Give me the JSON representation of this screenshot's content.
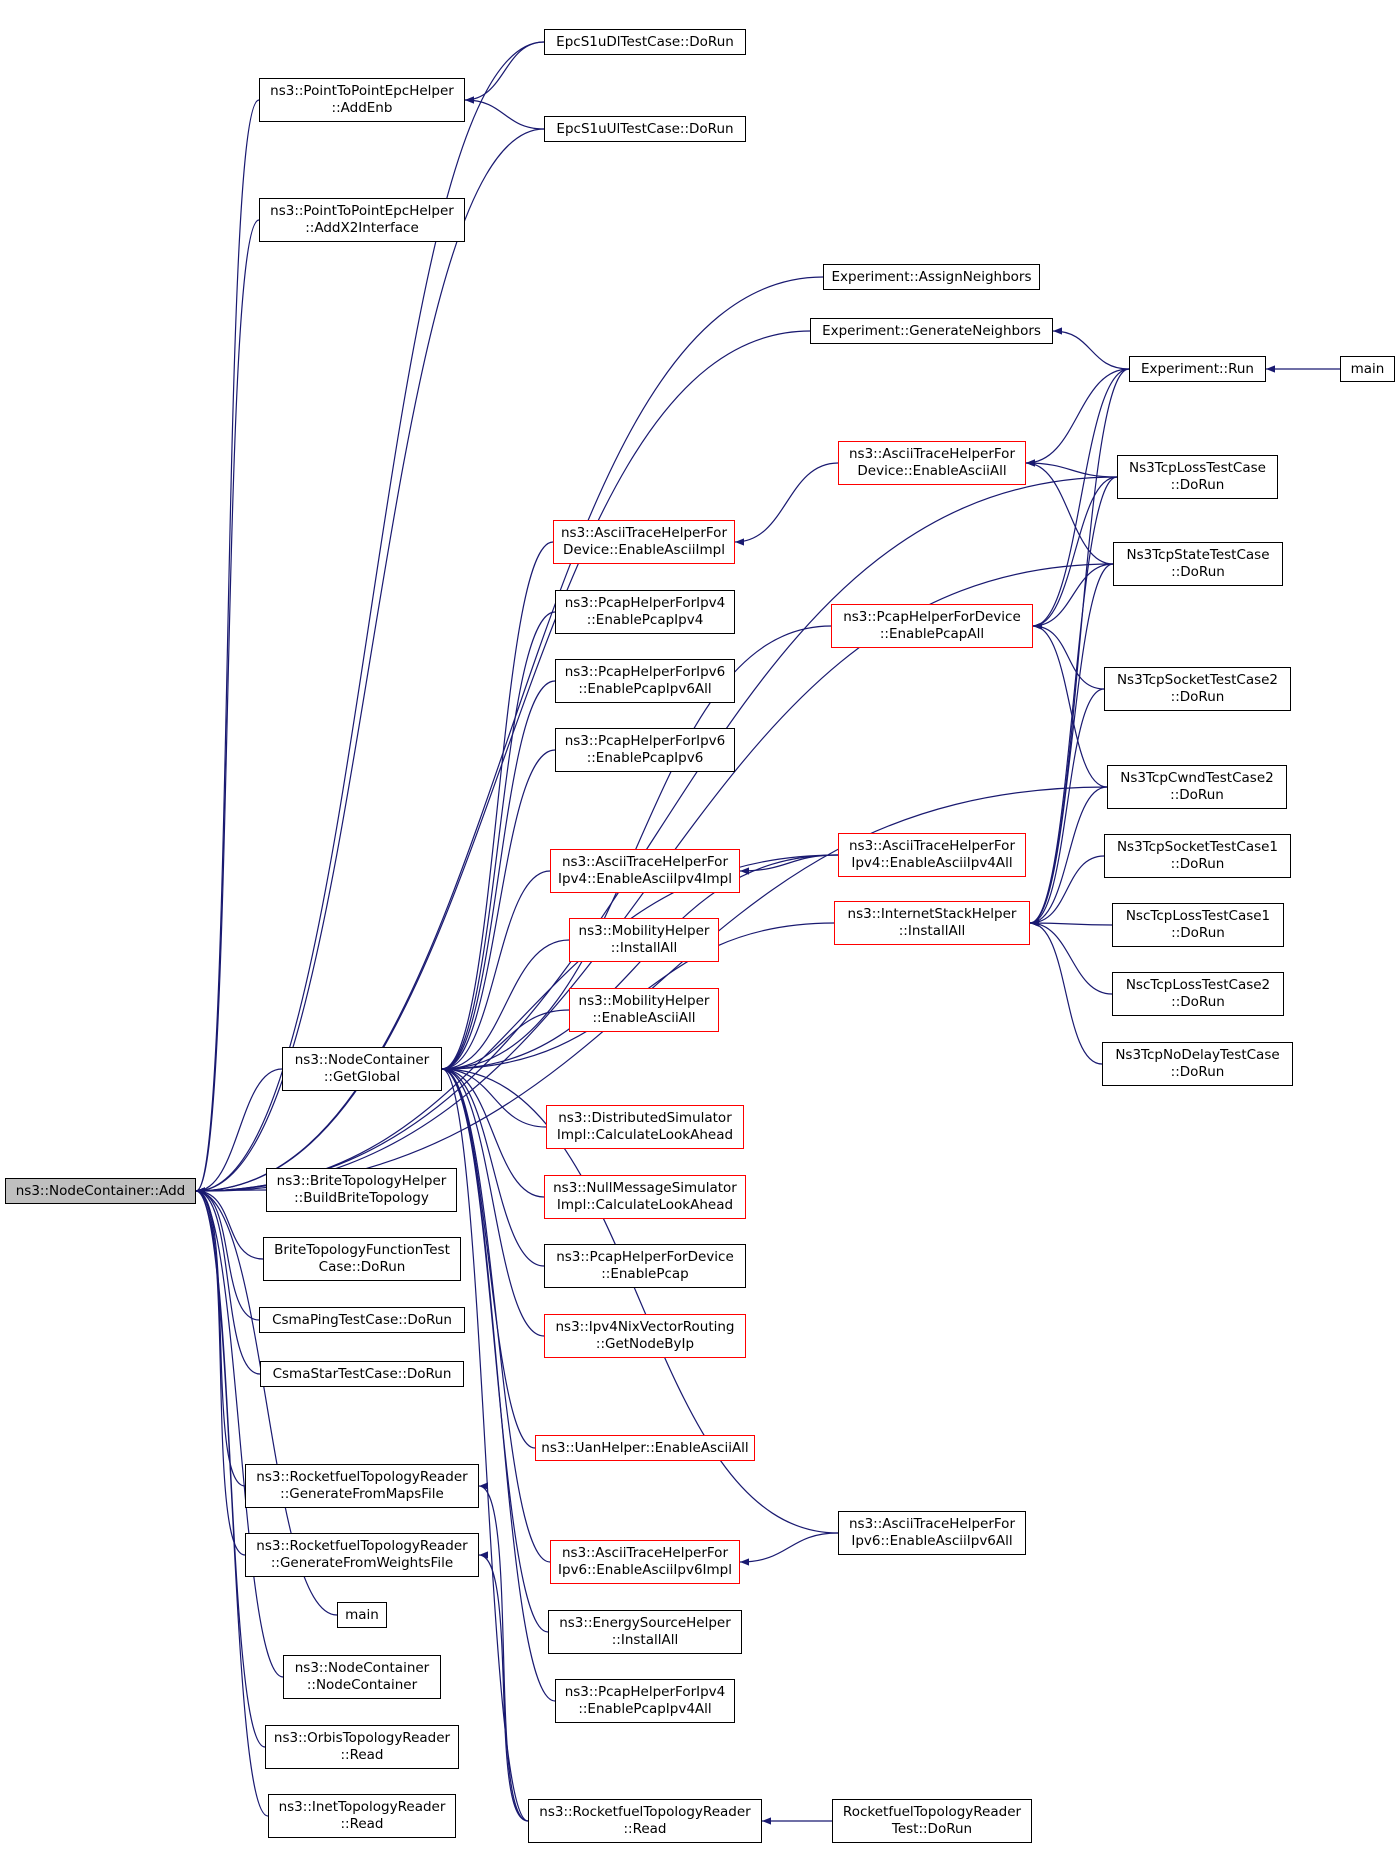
{
  "colors": {
    "edge": "#191970",
    "border": "#000000",
    "border_highlight": "#ff0000",
    "root_fill": "#bfbfbf",
    "background": "#ffffff"
  },
  "nodes": {
    "add": {
      "lines": [
        "ns3::NodeContainer::Add"
      ],
      "style": "root"
    },
    "getglobal": {
      "lines": [
        "ns3::NodeContainer",
        "::GetGlobal"
      ],
      "style": "normal"
    },
    "p2p_addenb": {
      "lines": [
        "ns3::PointToPointEpcHelper",
        "::AddEnb"
      ],
      "style": "normal"
    },
    "p2p_addx2": {
      "lines": [
        "ns3::PointToPointEpcHelper",
        "::AddX2Interface"
      ],
      "style": "normal"
    },
    "brite_build": {
      "lines": [
        "ns3::BriteTopologyHelper",
        "::BuildBriteTopology"
      ],
      "style": "normal"
    },
    "brite_func": {
      "lines": [
        "BriteTopologyFunctionTest",
        "Case::DoRun"
      ],
      "style": "normal"
    },
    "csma_ping": {
      "lines": [
        "CsmaPingTestCase::DoRun"
      ],
      "style": "normal"
    },
    "csma_star": {
      "lines": [
        "CsmaStarTestCase::DoRun"
      ],
      "style": "normal"
    },
    "rf_maps": {
      "lines": [
        "ns3::RocketfuelTopologyReader",
        "::GenerateFromMapsFile"
      ],
      "style": "normal"
    },
    "rf_weights": {
      "lines": [
        "ns3::RocketfuelTopologyReader",
        "::GenerateFromWeightsFile"
      ],
      "style": "normal"
    },
    "main_left": {
      "lines": [
        "main"
      ],
      "style": "normal"
    },
    "nc_ctor": {
      "lines": [
        "ns3::NodeContainer",
        "::NodeContainer"
      ],
      "style": "normal"
    },
    "orbis_read": {
      "lines": [
        "ns3::OrbisTopologyReader",
        "::Read"
      ],
      "style": "normal"
    },
    "inet_read": {
      "lines": [
        "ns3::InetTopologyReader",
        "::Read"
      ],
      "style": "normal"
    },
    "epc_dl": {
      "lines": [
        "EpcS1uDlTestCase::DoRun"
      ],
      "style": "normal"
    },
    "epc_ul": {
      "lines": [
        "EpcS1uUlTestCase::DoRun"
      ],
      "style": "normal"
    },
    "exp_assign": {
      "lines": [
        "Experiment::AssignNeighbors"
      ],
      "style": "normal"
    },
    "exp_generate": {
      "lines": [
        "Experiment::GenerateNeighbors"
      ],
      "style": "normal"
    },
    "exp_run": {
      "lines": [
        "Experiment::Run"
      ],
      "style": "normal"
    },
    "main_right": {
      "lines": [
        "main"
      ],
      "style": "normal"
    },
    "ascii_dev_all": {
      "lines": [
        "ns3::AsciiTraceHelperFor",
        "Device::EnableAsciiAll"
      ],
      "style": "red"
    },
    "ascii_dev_impl": {
      "lines": [
        "ns3::AsciiTraceHelperFor",
        "Device::EnableAsciiImpl"
      ],
      "style": "red"
    },
    "pcap4": {
      "lines": [
        "ns3::PcapHelperForIpv4",
        "::EnablePcapIpv4"
      ],
      "style": "normal"
    },
    "pcap6_all": {
      "lines": [
        "ns3::PcapHelperForIpv6",
        "::EnablePcapIpv6All"
      ],
      "style": "normal"
    },
    "pcap6": {
      "lines": [
        "ns3::PcapHelperForIpv6",
        "::EnablePcapIpv6"
      ],
      "style": "normal"
    },
    "pcapdev_all": {
      "lines": [
        "ns3::PcapHelperForDevice",
        "::EnablePcapAll"
      ],
      "style": "red"
    },
    "ascii4_impl": {
      "lines": [
        "ns3::AsciiTraceHelperFor",
        "Ipv4::EnableAsciiIpv4Impl"
      ],
      "style": "red"
    },
    "ascii4_all": {
      "lines": [
        "ns3::AsciiTraceHelperFor",
        "Ipv4::EnableAsciiIpv4All"
      ],
      "style": "red"
    },
    "mob_install": {
      "lines": [
        "ns3::MobilityHelper",
        "::InstallAll"
      ],
      "style": "red"
    },
    "mob_ascii": {
      "lines": [
        "ns3::MobilityHelper",
        "::EnableAsciiAll"
      ],
      "style": "red"
    },
    "inet_stack": {
      "lines": [
        "ns3::InternetStackHelper",
        "::InstallAll"
      ],
      "style": "red"
    },
    "dist_sim": {
      "lines": [
        "ns3::DistributedSimulator",
        "Impl::CalculateLookAhead"
      ],
      "style": "red"
    },
    "null_sim": {
      "lines": [
        "ns3::NullMessageSimulator",
        "Impl::CalculateLookAhead"
      ],
      "style": "red"
    },
    "pcapdev": {
      "lines": [
        "ns3::PcapHelperForDevice",
        "::EnablePcap"
      ],
      "style": "normal"
    },
    "nix": {
      "lines": [
        "ns3::Ipv4NixVectorRouting",
        "::GetNodeByIp"
      ],
      "style": "red"
    },
    "uan": {
      "lines": [
        "ns3::UanHelper::EnableAsciiAll"
      ],
      "style": "red"
    },
    "ascii6_impl": {
      "lines": [
        "ns3::AsciiTraceHelperFor",
        "Ipv6::EnableAsciiIpv6Impl"
      ],
      "style": "red"
    },
    "ascii6_all": {
      "lines": [
        "ns3::AsciiTraceHelperFor",
        "Ipv6::EnableAsciiIpv6All"
      ],
      "style": "normal"
    },
    "energy": {
      "lines": [
        "ns3::EnergySourceHelper",
        "::InstallAll"
      ],
      "style": "normal"
    },
    "pcap4_all": {
      "lines": [
        "ns3::PcapHelperForIpv4",
        "::EnablePcapIpv4All"
      ],
      "style": "normal"
    },
    "rf_read": {
      "lines": [
        "ns3::RocketfuelTopologyReader",
        "::Read"
      ],
      "style": "normal"
    },
    "rf_test": {
      "lines": [
        "RocketfuelTopologyReader",
        "Test::DoRun"
      ],
      "style": "normal"
    },
    "tcp_loss": {
      "lines": [
        "Ns3TcpLossTestCase",
        "::DoRun"
      ],
      "style": "normal"
    },
    "tcp_state": {
      "lines": [
        "Ns3TcpStateTestCase",
        "::DoRun"
      ],
      "style": "normal"
    },
    "tcp_sock2": {
      "lines": [
        "Ns3TcpSocketTestCase2",
        "::DoRun"
      ],
      "style": "normal"
    },
    "tcp_cwnd2": {
      "lines": [
        "Ns3TcpCwndTestCase2",
        "::DoRun"
      ],
      "style": "normal"
    },
    "tcp_sock1": {
      "lines": [
        "Ns3TcpSocketTestCase1",
        "::DoRun"
      ],
      "style": "normal"
    },
    "nsc_loss1": {
      "lines": [
        "NscTcpLossTestCase1",
        "::DoRun"
      ],
      "style": "normal"
    },
    "nsc_loss2": {
      "lines": [
        "NscTcpLossTestCase2",
        "::DoRun"
      ],
      "style": "normal"
    },
    "tcp_nodelay": {
      "lines": [
        "Ns3TcpNoDelayTestCase",
        "::DoRun"
      ],
      "style": "normal"
    }
  },
  "edges": [
    [
      "add",
      "epc_dl"
    ],
    [
      "add",
      "p2p_addenb"
    ],
    [
      "add",
      "epc_ul"
    ],
    [
      "add",
      "p2p_addx2"
    ],
    [
      "add",
      "exp_assign"
    ],
    [
      "add",
      "exp_generate"
    ],
    [
      "add",
      "tcp_loss"
    ],
    [
      "add",
      "tcp_state"
    ],
    [
      "add",
      "getglobal"
    ],
    [
      "add",
      "brite_build"
    ],
    [
      "add",
      "brite_func"
    ],
    [
      "add",
      "csma_ping"
    ],
    [
      "add",
      "csma_star"
    ],
    [
      "add",
      "rf_maps"
    ],
    [
      "add",
      "rf_weights"
    ],
    [
      "add",
      "main_left"
    ],
    [
      "add",
      "nc_ctor"
    ],
    [
      "add",
      "orbis_read"
    ],
    [
      "add",
      "inet_read"
    ],
    [
      "add",
      "ascii4_all"
    ],
    [
      "add",
      "tcp_cwnd2"
    ],
    [
      "p2p_addenb",
      "epc_dl"
    ],
    [
      "p2p_addenb",
      "epc_ul"
    ],
    [
      "exp_generate",
      "exp_run"
    ],
    [
      "exp_run",
      "main_right"
    ],
    [
      "ascii_dev_all",
      "exp_run"
    ],
    [
      "ascii_dev_all",
      "tcp_loss"
    ],
    [
      "ascii_dev_all",
      "tcp_state"
    ],
    [
      "ascii_dev_impl",
      "ascii_dev_all"
    ],
    [
      "pcapdev_all",
      "exp_run"
    ],
    [
      "pcapdev_all",
      "tcp_loss"
    ],
    [
      "pcapdev_all",
      "tcp_state"
    ],
    [
      "pcapdev_all",
      "tcp_sock2"
    ],
    [
      "pcapdev_all",
      "tcp_cwnd2"
    ],
    [
      "ascii4_impl",
      "ascii4_all"
    ],
    [
      "inet_stack",
      "exp_run"
    ],
    [
      "inet_stack",
      "tcp_loss"
    ],
    [
      "inet_stack",
      "tcp_state"
    ],
    [
      "inet_stack",
      "tcp_sock2"
    ],
    [
      "inet_stack",
      "tcp_cwnd2"
    ],
    [
      "inet_stack",
      "tcp_sock1"
    ],
    [
      "inet_stack",
      "nsc_loss1"
    ],
    [
      "inet_stack",
      "nsc_loss2"
    ],
    [
      "inet_stack",
      "tcp_nodelay"
    ],
    [
      "getglobal",
      "ascii_dev_impl"
    ],
    [
      "getglobal",
      "pcap4"
    ],
    [
      "getglobal",
      "pcap6_all"
    ],
    [
      "getglobal",
      "pcap6"
    ],
    [
      "getglobal",
      "pcapdev_all"
    ],
    [
      "getglobal",
      "ascii4_impl"
    ],
    [
      "getglobal",
      "mob_install"
    ],
    [
      "getglobal",
      "mob_ascii"
    ],
    [
      "getglobal",
      "ascii4_all"
    ],
    [
      "getglobal",
      "dist_sim"
    ],
    [
      "getglobal",
      "null_sim"
    ],
    [
      "getglobal",
      "pcapdev"
    ],
    [
      "getglobal",
      "nix"
    ],
    [
      "getglobal",
      "uan"
    ],
    [
      "getglobal",
      "ascii6_impl"
    ],
    [
      "getglobal",
      "ascii6_all"
    ],
    [
      "getglobal",
      "energy"
    ],
    [
      "getglobal",
      "pcap4_all"
    ],
    [
      "getglobal",
      "rf_read"
    ],
    [
      "getglobal",
      "inet_stack"
    ],
    [
      "ascii6_impl",
      "ascii6_all"
    ],
    [
      "rf_maps",
      "rf_read"
    ],
    [
      "rf_weights",
      "rf_read"
    ],
    [
      "rf_read",
      "rf_test"
    ]
  ]
}
